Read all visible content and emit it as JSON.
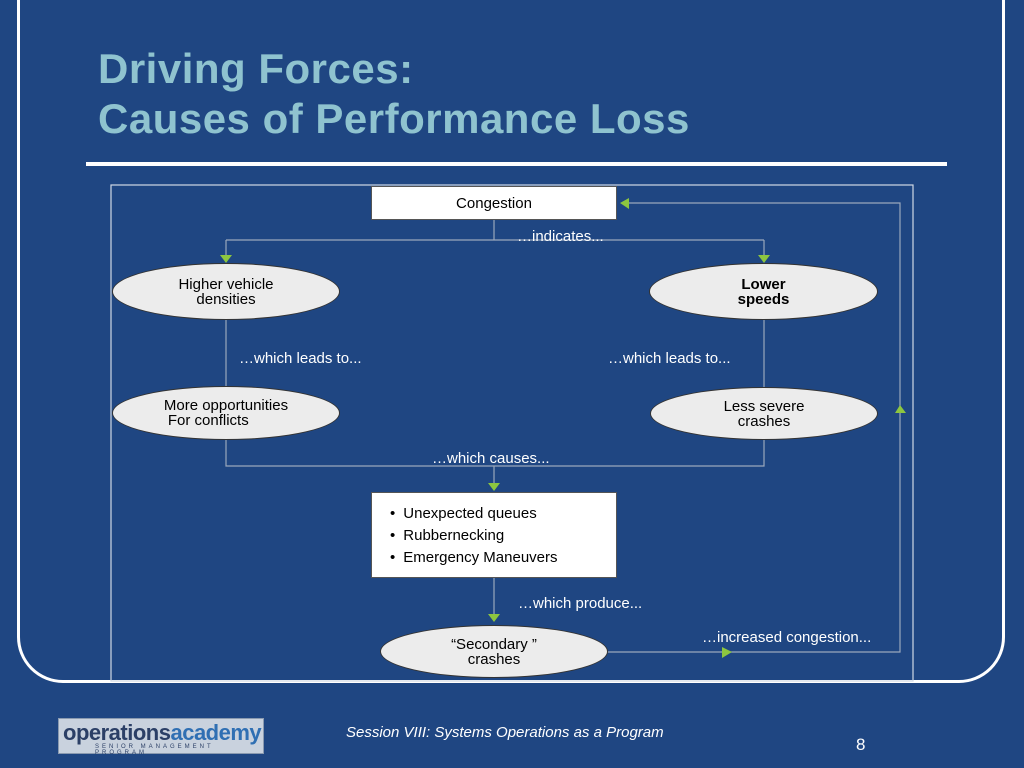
{
  "title": {
    "line1": "Driving Forces:",
    "line2": "Causes of Performance Loss"
  },
  "nodes": {
    "congestion": "Congestion",
    "higher_density_1": "Higher vehicle",
    "higher_density_2": "densities",
    "lower_speeds_1": "Lower",
    "lower_speeds_2": "speeds",
    "more_opps_1": "More opportunities",
    "more_opps_2": "For conflicts",
    "less_severe_1": "Less severe",
    "less_severe_2": "crashes",
    "effects": [
      "Unexpected queues",
      "Rubbernecking",
      "Emergency Maneuvers"
    ],
    "secondary_1": "“Secondary ”",
    "secondary_2": "crashes"
  },
  "connectors": {
    "indicates": "…indicates...",
    "leads_left": "…which leads to...",
    "leads_right": "…which leads to...",
    "causes": "…which causes...",
    "produce": "…which produce...",
    "increased": "…increased congestion..."
  },
  "footer": {
    "session": "Session VIII: Systems Operations as a Program",
    "page": "8",
    "logo_part1": "operations",
    "logo_part2": "academy",
    "logo_sub": "SENIOR MANAGEMENT PROGRAM"
  },
  "colors": {
    "background": "#1f4682",
    "title": "#8fc3cf",
    "arrow": "#8dc63f"
  }
}
